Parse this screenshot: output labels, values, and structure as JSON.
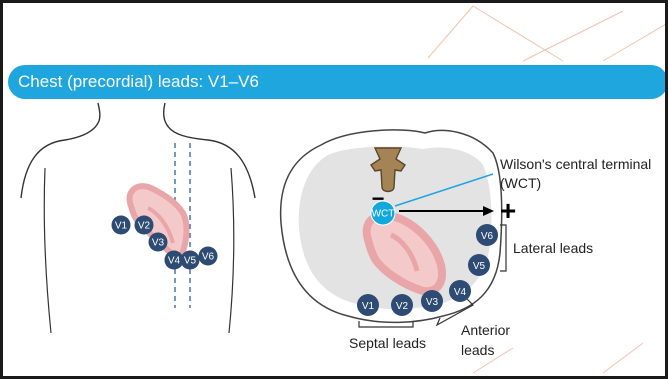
{
  "slide": {
    "title": "Chest (precordial) leads: V1–V6"
  },
  "chest_diagram": {
    "electrodes": [
      "V1",
      "V2",
      "V3",
      "V4",
      "V5",
      "V6"
    ]
  },
  "cross_section": {
    "terminal_short": "WCT",
    "terminal_label_line1": "Wilson's central terminal",
    "terminal_label_line2": "(WCT)",
    "minus_sign": "−",
    "plus_sign": "+",
    "electrodes": [
      "V1",
      "V2",
      "V3",
      "V4",
      "V5",
      "V6"
    ],
    "groups": {
      "lateral": "Lateral leads",
      "anterior_line1": "Anterior",
      "anterior_line2": "leads",
      "septal": "Septal leads"
    }
  },
  "colors": {
    "accent": "#1fa6df",
    "electrode": "#2d4b73",
    "wct": "#13a8dd",
    "heart": "#e8a6a8",
    "heart_light": "#f4c9ca",
    "guide_lines": "#2d5fa8",
    "vertebra": "#a48355",
    "thorax_fill": "#e3e3e3",
    "decor_lines": "#f0c4ae"
  }
}
